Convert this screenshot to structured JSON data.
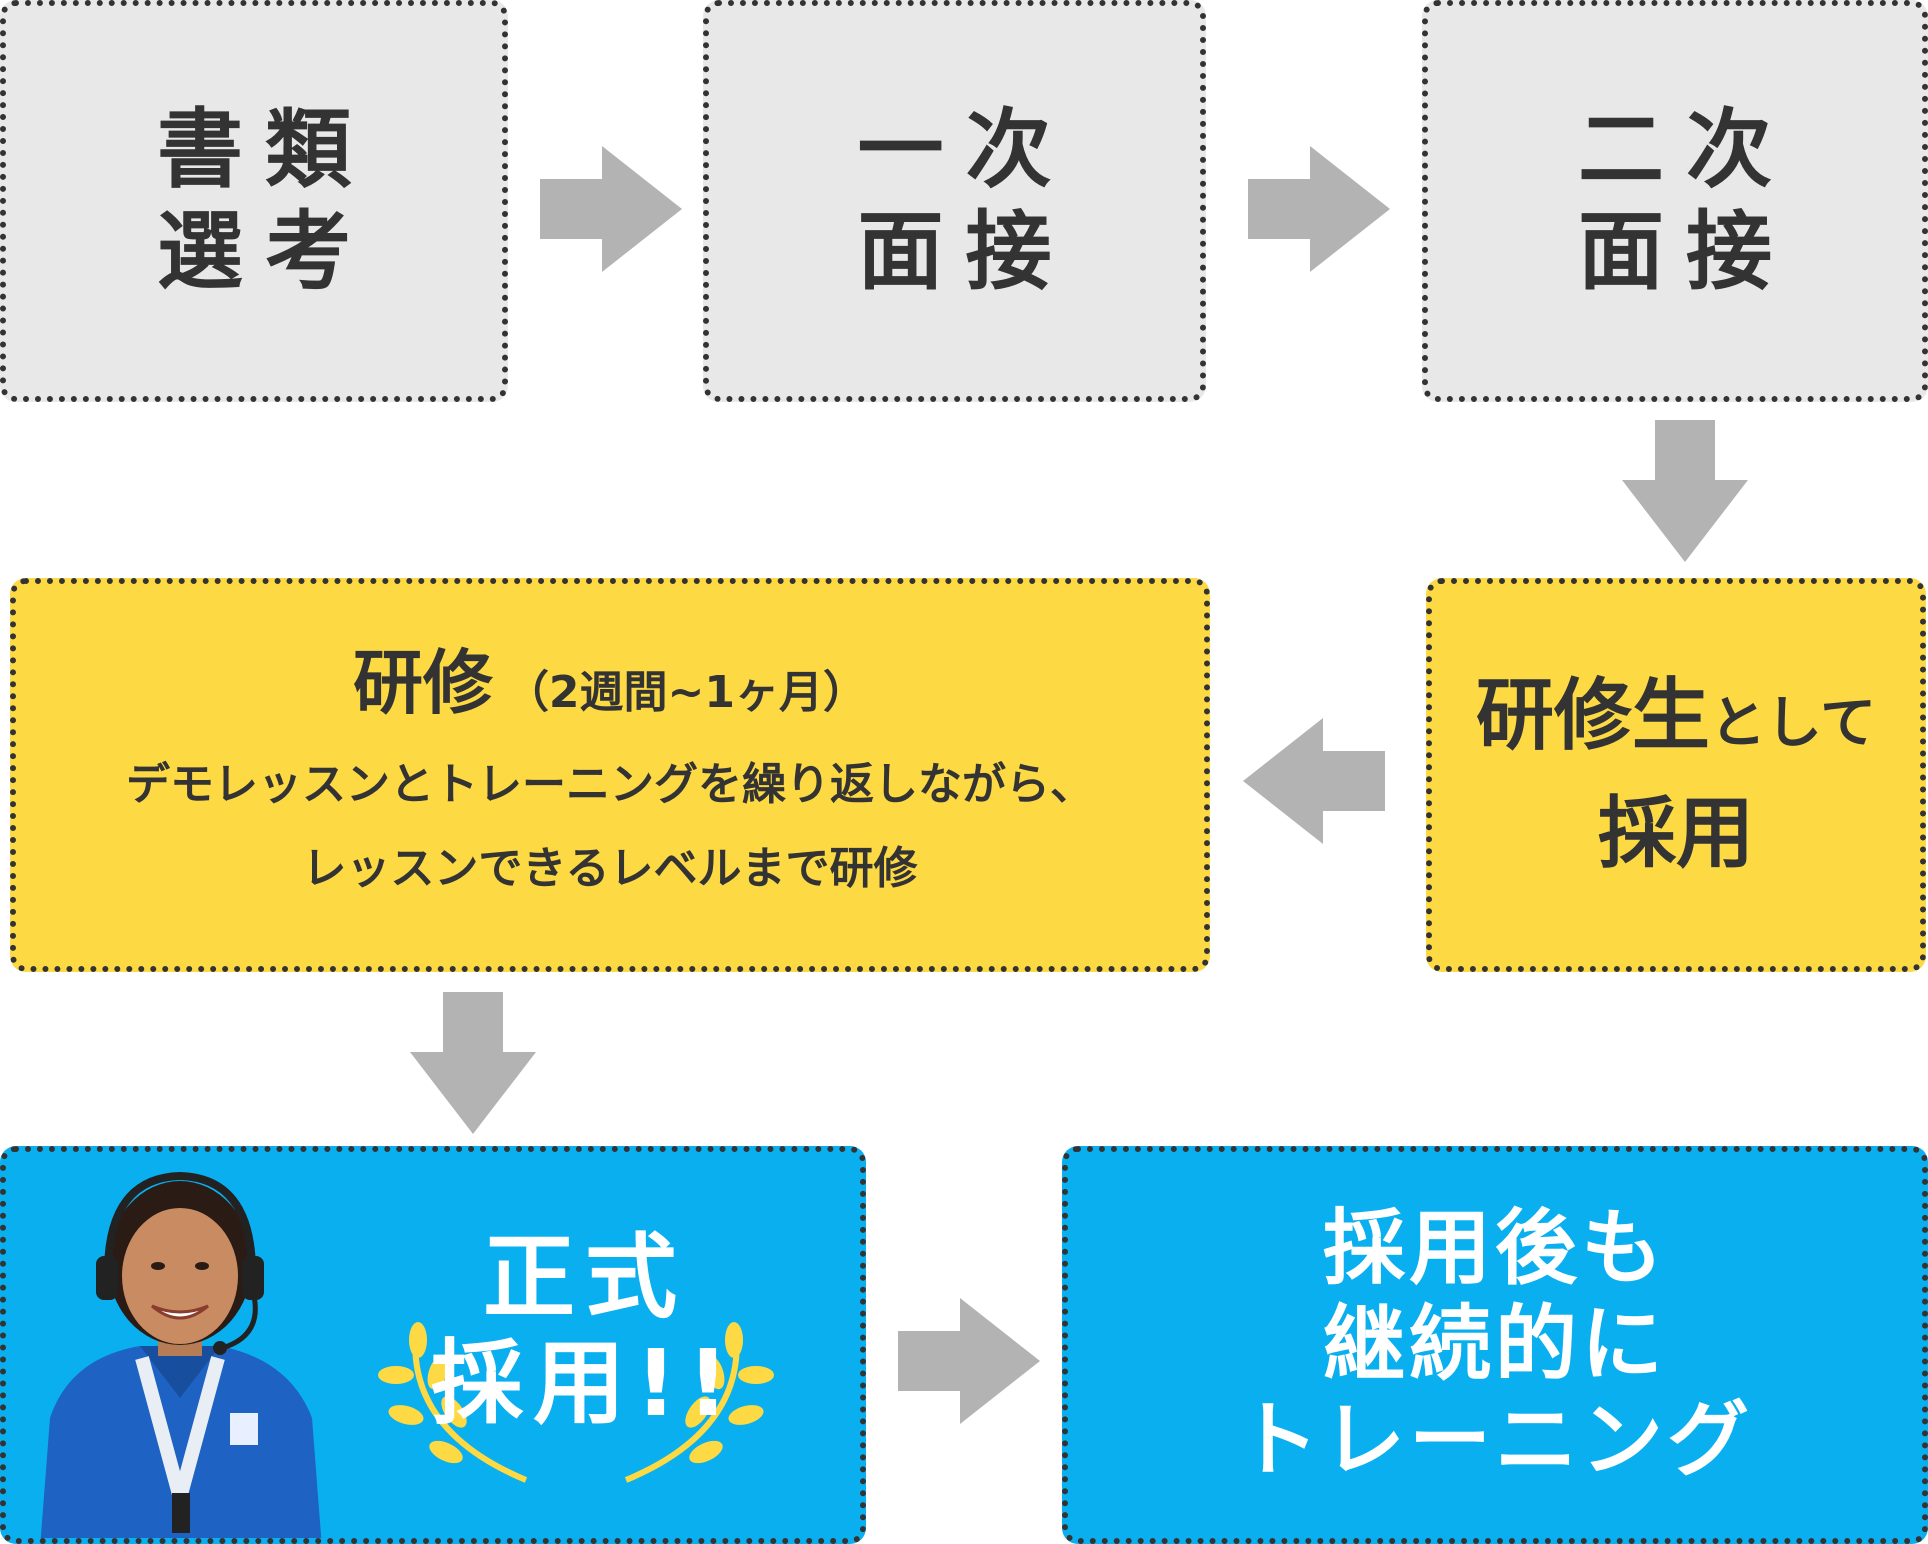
{
  "steps": {
    "document_screening": [
      "書類",
      "選考"
    ],
    "first_interview": [
      "一次",
      "面接"
    ],
    "second_interview": [
      "二次",
      "面接"
    ],
    "hired_as_trainee": {
      "line1_main": "研修生",
      "line1_small": "として",
      "line2": "採用"
    },
    "training": {
      "title": "研修",
      "duration": "（2週間~1ヶ月）",
      "description": [
        "デモレッスンとトレーニングを繰り返しながら、",
        "レッスンできるレベルまで研修"
      ]
    },
    "official_hire": [
      "正式",
      "採用!!"
    ],
    "continuous_training": [
      "採用後も",
      "継続的に",
      "トレーニング"
    ]
  },
  "colors": {
    "gray_box": "#e8e8e8",
    "yellow_box": "#fdd944",
    "blue_box": "#0aaff0",
    "arrow": "#b3b3b3",
    "border": "#333333",
    "text_dark": "#333333",
    "text_light": "#ffffff",
    "laurel": "#fdd944"
  },
  "icons": [
    "arrow-right-icon",
    "arrow-down-icon",
    "arrow-left-icon",
    "laurel-wreath-icon",
    "person-photo"
  ]
}
